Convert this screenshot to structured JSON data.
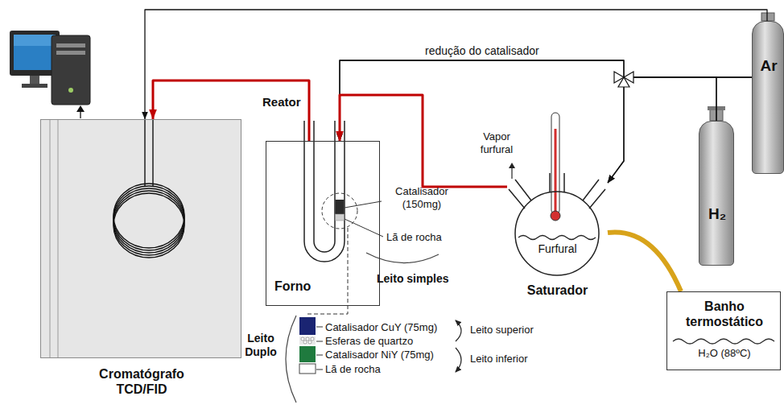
{
  "diagram": {
    "nodes": [
      {
        "text": [
          "Cromatógrafo TCD/FID"
        ]
      },
      {
        "text": [
          "Forno"
        ]
      },
      {
        "text": [
          "Furfural",
          "Saturador"
        ]
      },
      {
        "text": [
          "H₂"
        ]
      },
      {
        "text": [
          "Ar"
        ]
      },
      {
        "text": [
          "Banho termostático",
          "H₂O (88ºC)"
        ]
      }
    ],
    "edges": [
      {
        "from": 4,
        "to": 0,
        "arrow": "to"
      },
      {
        "from": 4,
        "to": 2,
        "arrow": "to"
      },
      {
        "from": 3,
        "to": 2,
        "arrow": "to"
      },
      {
        "from": 4,
        "to": 1,
        "arrow": "to"
      },
      {
        "from": 3,
        "to": 1,
        "arrow": "to",
        "label": "redução do catalisador"
      },
      {
        "from": 2,
        "to": 1,
        "arrow": "to"
      },
      {
        "from": 1,
        "to": 0,
        "arrow": "to"
      },
      {
        "from": 5,
        "to": 2,
        "arrow": "none"
      }
    ],
    "labels": [
      "Reator",
      "Vapor furfural",
      "Catalisador (150mg)",
      "Lã de rocha",
      "Leito simples",
      "Leito Duplo",
      "Catalisador CuY (75mg)",
      "Esferas de quartzo",
      "Catalisador NiY (75mg)",
      "Lã de rocha",
      "Leito superior",
      "Leito inferior"
    ]
  }
}
